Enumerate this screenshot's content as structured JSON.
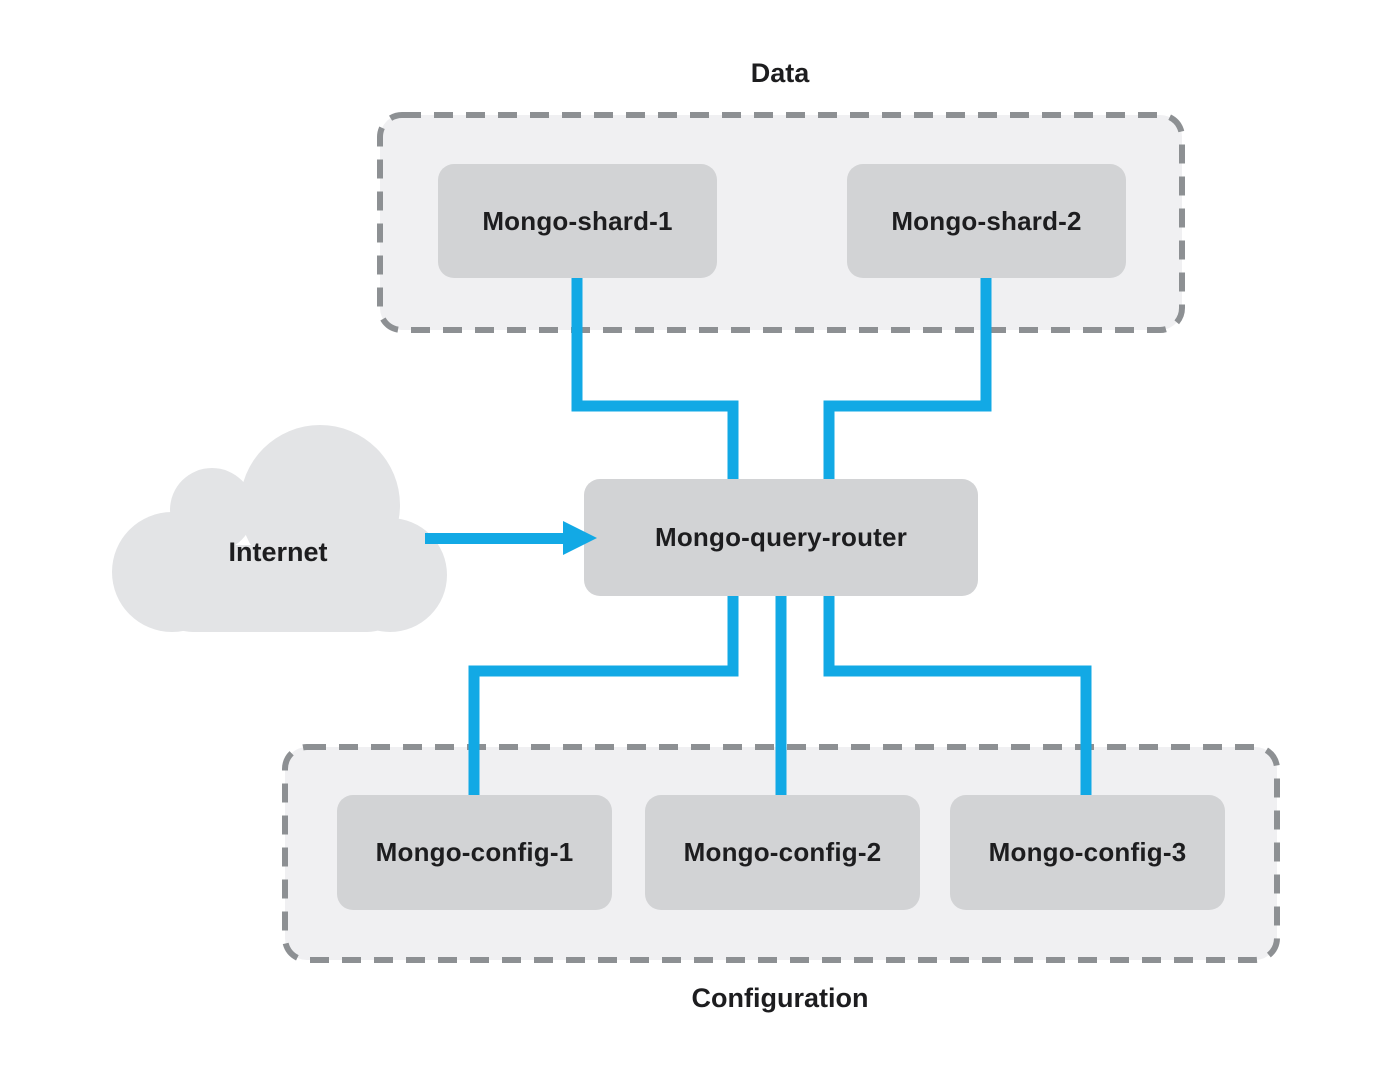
{
  "groups": {
    "data": {
      "label": "Data",
      "nodes": [
        {
          "label": "Mongo-shard-1"
        },
        {
          "label": "Mongo-shard-2"
        }
      ]
    },
    "configuration": {
      "label": "Configuration",
      "nodes": [
        {
          "label": "Mongo-config-1"
        },
        {
          "label": "Mongo-config-2"
        },
        {
          "label": "Mongo-config-3"
        }
      ]
    }
  },
  "router": {
    "label": "Mongo-query-router"
  },
  "internet": {
    "label": "Internet"
  },
  "icons": {
    "cloud": "internet-cloud-icon",
    "arrow": "arrow-right-icon"
  },
  "colors": {
    "connector_blue": "#12a9e5",
    "node_fill": "#d2d3d5",
    "panel_fill": "#f0f0f2",
    "panel_border": "#8d9093",
    "cloud_fill": "#e3e4e6",
    "text": "#1d1d1f",
    "background": "#ffffff"
  }
}
